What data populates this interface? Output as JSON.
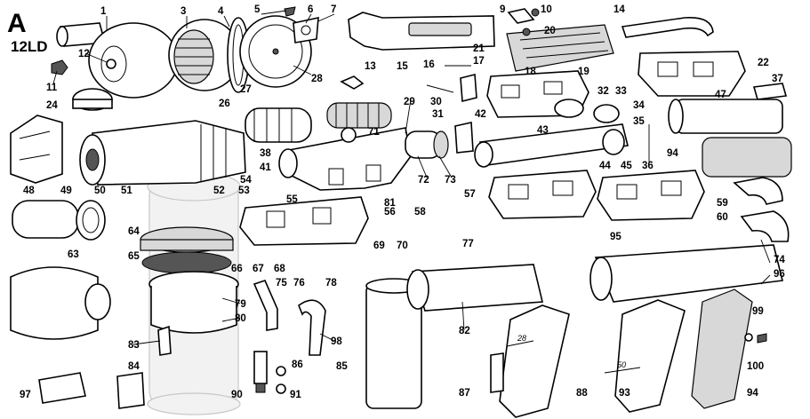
{
  "title": {
    "letter": "A",
    "model": "12LD"
  },
  "dimensions": [
    "28",
    "50"
  ],
  "callouts": [
    "1",
    "3",
    "4",
    "5",
    "6",
    "7",
    "9",
    "10",
    "11",
    "12",
    "13",
    "14",
    "15",
    "16",
    "17",
    "18",
    "19",
    "20",
    "21",
    "22",
    "24",
    "26",
    "27",
    "28",
    "29",
    "30",
    "31",
    "32",
    "33",
    "34",
    "35",
    "36",
    "37",
    "38",
    "41",
    "42",
    "43",
    "44",
    "45",
    "47",
    "48",
    "49",
    "50",
    "51",
    "52",
    "53",
    "54",
    "55",
    "56",
    "57",
    "58",
    "59",
    "60",
    "63",
    "64",
    "65",
    "66",
    "67",
    "68",
    "69",
    "70",
    "71",
    "72",
    "73",
    "74",
    "75",
    "76",
    "77",
    "78",
    "79",
    "80",
    "81",
    "82",
    "83",
    "84",
    "85",
    "86",
    "87",
    "88",
    "90",
    "91",
    "93",
    "94",
    "94",
    "95",
    "96",
    "97",
    "98",
    "99",
    "100"
  ]
}
